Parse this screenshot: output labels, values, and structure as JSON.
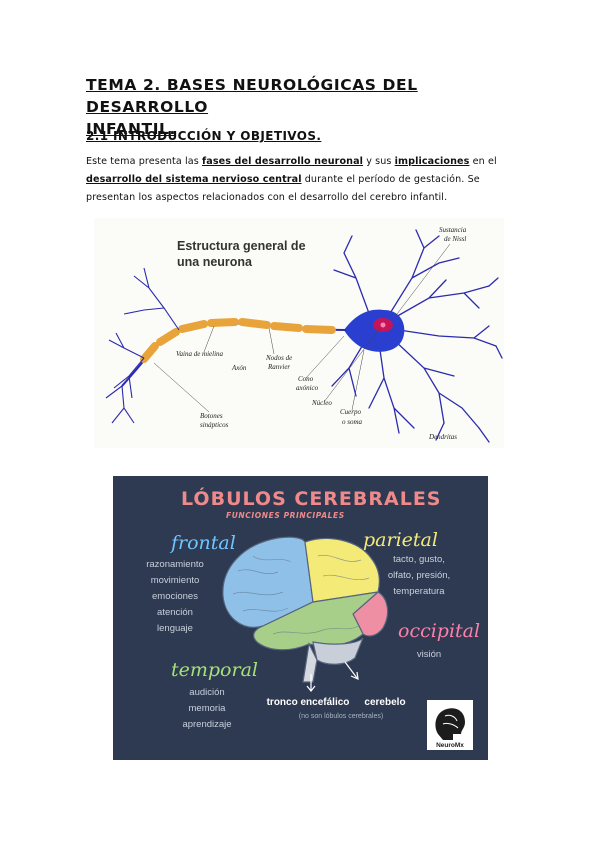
{
  "document": {
    "title_line1": "TEMA 2. BASES NEUROLÓGICAS DEL DESARROLLO",
    "title_line2": "INFANTIL.",
    "section_heading": "2.1 INTRODUCCIÓN Y OBJETIVOS.",
    "paragraph": {
      "t1": "Este tema presenta las ",
      "b1": "fases del desarrollo neuronal",
      "t2": " y sus ",
      "b2": "implicaciones",
      "t3": " en el ",
      "b3": "desarrollo del sistema nervioso central",
      "t4": " durante el período de gestación. Se presentan los aspectos relacionados con el desarrollo del cerebro infantil."
    }
  },
  "neuron_figure": {
    "title_line1": "Estructura general de",
    "title_line2": "una neurona",
    "labels": {
      "nissl1": "Sustancia",
      "nissl2": "de Nissl",
      "myelin": "Vaina de mielina",
      "axon": "Axón",
      "ranvier1": "Nodos de",
      "ranvier2": "Ranvier",
      "cone1": "Cono",
      "cone2": "axónico",
      "nucleus": "Núcleo",
      "soma1": "Cuerpo",
      "soma2": "o soma",
      "buttons1": "Botones",
      "buttons2": "sinápticos",
      "dendrites": "Dendritas"
    },
    "colors": {
      "soma": "#2a3fcf",
      "nucleus": "#c4145a",
      "myelin": "#e8a43a"
    }
  },
  "lobes_figure": {
    "title": "LÓBULOS CEREBRALES",
    "subtitle": "FUNCIONES PRINCIPALES",
    "frontal": {
      "name": "frontal",
      "functions": [
        "razonamiento",
        "movimiento",
        "emociones",
        "atención",
        "lenguaje"
      ]
    },
    "parietal": {
      "name": "parietal",
      "functions": [
        "tacto, gusto,",
        "olfato, presión,",
        "temperatura"
      ]
    },
    "occipital": {
      "name": "occipital",
      "functions": [
        "visión"
      ]
    },
    "temporal": {
      "name": "temporal",
      "functions": [
        "audición",
        "memoria",
        "aprendizaje"
      ]
    },
    "brainstem": "tronco encefálico",
    "cerebellum": "cerebelo",
    "note": "(no son lóbulos cerebrales)",
    "logo": "NeuroMx",
    "colors": {
      "frontal": "#8fc1e8",
      "parietal": "#f3ea78",
      "occipital": "#ef8fa4",
      "temporal": "#a8cf8a",
      "background": "#2e3a52"
    }
  }
}
